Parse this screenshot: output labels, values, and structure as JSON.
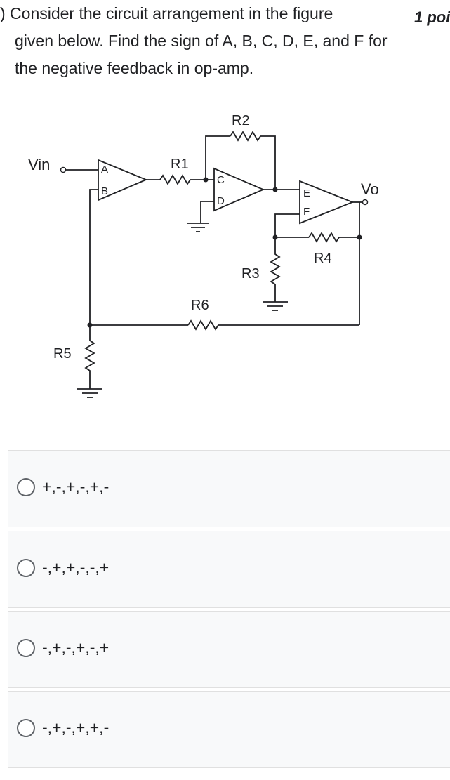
{
  "question": {
    "lines": [
      ") Consider the circuit arrangement in the figure",
      "given below. Find the sign of A, B, C, D, E, and F for",
      "the negative feedback in op-amp."
    ],
    "points": "1 poi"
  },
  "diagram": {
    "labels": {
      "vin": "Vin",
      "vo": "Vo",
      "a": "A",
      "b": "B",
      "c": "C",
      "d": "D",
      "e": "E",
      "f": "F",
      "r1": "R1",
      "r2": "R2",
      "r3": "R3",
      "r4": "R4",
      "r5": "R5",
      "r6": "R6"
    }
  },
  "options": [
    {
      "label": "+,-,+,-,+,-"
    },
    {
      "label": "-,+,+,-,-,+"
    },
    {
      "label": "-,+,-,+,-,+"
    },
    {
      "label": "-,+,-,+,+,-"
    }
  ]
}
